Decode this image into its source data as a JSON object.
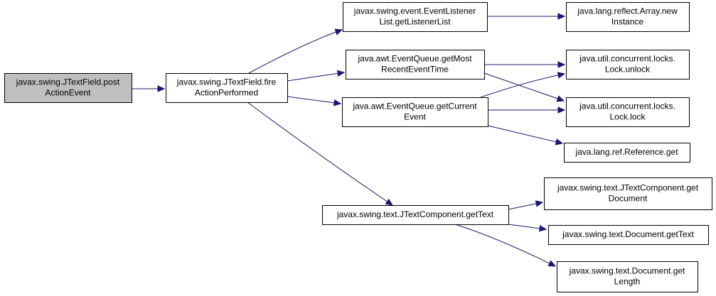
{
  "colors": {
    "edge": "#191970",
    "node_border": "#000000",
    "root_fill": "#bfbfbf",
    "node_fill": "#ffffff"
  },
  "nodes": [
    {
      "id": "n0",
      "lines": [
        "javax.swing.JTextField.post",
        "ActionEvent"
      ],
      "highlight": true
    },
    {
      "id": "n1",
      "lines": [
        "javax.swing.JTextField.fire",
        "ActionPerformed"
      ]
    },
    {
      "id": "n2",
      "lines": [
        "javax.swing.event.EventListener",
        "List.getListenerList"
      ]
    },
    {
      "id": "n3",
      "lines": [
        "java.awt.EventQueue.getMost",
        "RecentEventTime"
      ]
    },
    {
      "id": "n4",
      "lines": [
        "java.awt.EventQueue.getCurrent",
        "Event"
      ]
    },
    {
      "id": "n5",
      "lines": [
        "javax.swing.text.JTextComponent.getText"
      ]
    },
    {
      "id": "n6",
      "lines": [
        "java.lang.reflect.Array.new",
        "Instance"
      ]
    },
    {
      "id": "n7",
      "lines": [
        "java.util.concurrent.locks.",
        "Lock.unlock"
      ]
    },
    {
      "id": "n8",
      "lines": [
        "java.util.concurrent.locks.",
        "Lock.lock"
      ]
    },
    {
      "id": "n9",
      "lines": [
        "java.lang.ref.Reference.get"
      ]
    },
    {
      "id": "n10",
      "lines": [
        "javax.swing.text.JTextComponent.get",
        "Document"
      ]
    },
    {
      "id": "n11",
      "lines": [
        "javax.swing.text.Document.getText"
      ]
    },
    {
      "id": "n12",
      "lines": [
        "javax.swing.text.Document.get",
        "Length"
      ]
    }
  ],
  "edges": [
    {
      "from": "n0",
      "to": "n1"
    },
    {
      "from": "n1",
      "to": "n2"
    },
    {
      "from": "n1",
      "to": "n3"
    },
    {
      "from": "n1",
      "to": "n4"
    },
    {
      "from": "n1",
      "to": "n5"
    },
    {
      "from": "n2",
      "to": "n6"
    },
    {
      "from": "n3",
      "to": "n7"
    },
    {
      "from": "n3",
      "to": "n8"
    },
    {
      "from": "n4",
      "to": "n7"
    },
    {
      "from": "n4",
      "to": "n8"
    },
    {
      "from": "n4",
      "to": "n9"
    },
    {
      "from": "n5",
      "to": "n10"
    },
    {
      "from": "n5",
      "to": "n11"
    },
    {
      "from": "n5",
      "to": "n12"
    }
  ]
}
